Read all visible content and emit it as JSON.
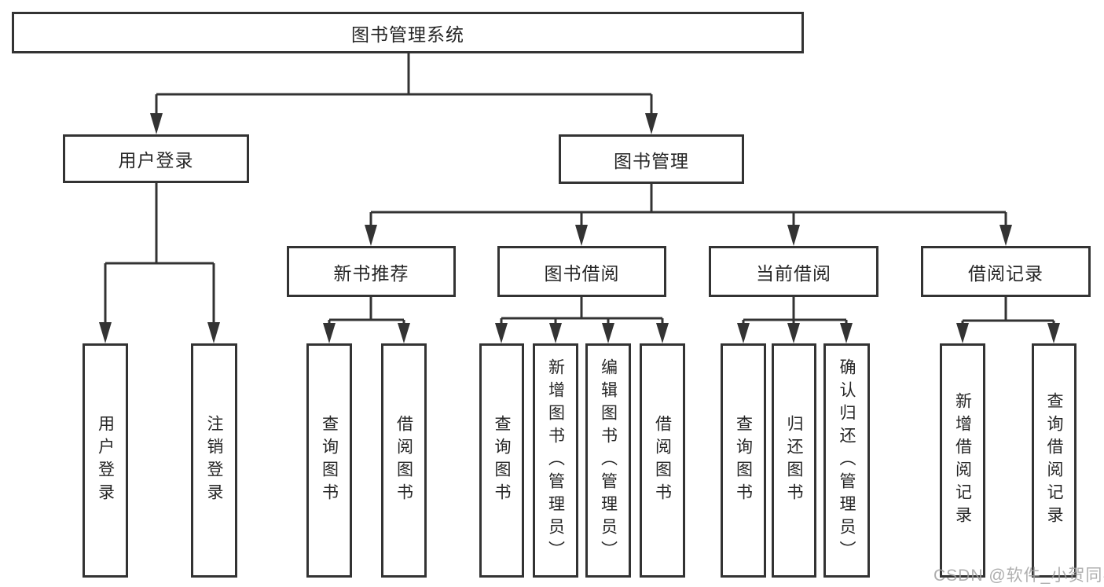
{
  "diagram_title": "图书管理系统",
  "tree": {
    "label": "图书管理系统",
    "children": [
      {
        "label": "用户登录",
        "children": [
          {
            "label": "用户登录"
          },
          {
            "label": "注销登录"
          }
        ]
      },
      {
        "label": "图书管理",
        "children": [
          {
            "label": "新书推荐",
            "children": [
              {
                "label": "查询图书"
              },
              {
                "label": "借阅图书"
              }
            ]
          },
          {
            "label": "图书借阅",
            "children": [
              {
                "label": "查询图书"
              },
              {
                "label": "新增图书（管理员）"
              },
              {
                "label": "编辑图书（管理员）"
              },
              {
                "label": "借阅图书"
              }
            ]
          },
          {
            "label": "当前借阅",
            "children": [
              {
                "label": "查询图书"
              },
              {
                "label": "归还图书"
              },
              {
                "label": "确认归还（管理员）"
              }
            ]
          },
          {
            "label": "借阅记录",
            "children": [
              {
                "label": "新增借阅记录"
              },
              {
                "label": "查询借阅记录"
              }
            ]
          }
        ]
      }
    ]
  },
  "watermark": {
    "text": "CSDN @软件_小贺同学"
  },
  "colors": {
    "line": "#333333",
    "text": "#262626",
    "background": "#ffffff",
    "watermark": "#a0a0a0"
  }
}
